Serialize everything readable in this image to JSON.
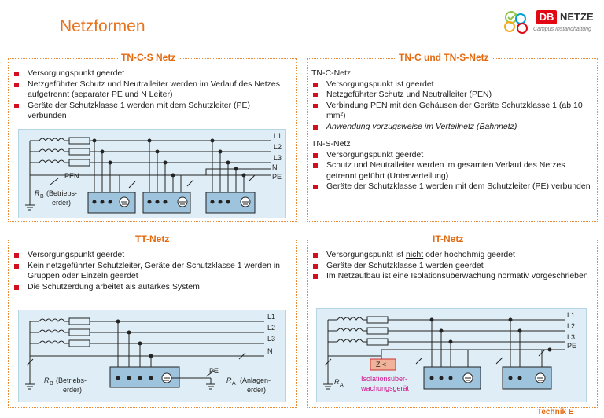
{
  "header": {
    "title": "Netzformen",
    "logo_db": "DB",
    "logo_netze": "NETZE",
    "logo_sub": "Campus Instandhaltung"
  },
  "tncs": {
    "title": "TN-C-S Netz",
    "items": [
      "Versorgungspunkt geerdet",
      "Netzgeführter Schutz und Neutralleiter werden im Verlauf des Netzes aufgetrennt (separater PE und N Leiter)",
      "Geräte der Schutzklasse 1 werden mit dem Schutzleiter (PE) verbunden"
    ],
    "diagram": {
      "lines": [
        "L1",
        "L2",
        "L3",
        "N",
        "PE"
      ],
      "pen": "PEN",
      "rb_sym": "R",
      "rb_sub": "B",
      "rb_l1": "(Betriebs-",
      "rb_l2": "erder)"
    }
  },
  "tnc_tns": {
    "title": "TN-C und TN-S-Netz",
    "tnc_heading": "TN-C-Netz",
    "tnc_items": [
      "Versorgungspunkt ist geerdet",
      "Netzgeführter Schutz und Neutralleiter (PEN)",
      "Verbindung PEN mit den Gehäusen der Geräte Schutzklasse 1 (ab 10 mm²)",
      "Anwendung vorzugsweise im Verteilnetz (Bahnnetz)"
    ],
    "tns_heading": "TN-S-Netz",
    "tns_items": [
      "Versorgungspunkt geerdet",
      "Schutz und Neutralleiter werden im gesamten Verlauf des Netzes getrennt geführt (Unterverteilung)",
      "Geräte der Schutzklasse 1 werden mit dem Schutzleiter (PE) verbunden"
    ]
  },
  "tt": {
    "title": "TT-Netz",
    "items": [
      "Versorgungspunkt geerdet",
      "Kein netzgeführter Schutzleiter, Geräte der Schutzklasse 1 werden in Gruppen oder Einzeln geerdet",
      "Die Schutzerdung arbeitet als autarkes System"
    ],
    "diagram": {
      "lines": [
        "L1",
        "L2",
        "L3",
        "N"
      ],
      "pe": "PE",
      "rb_sym": "R",
      "rb_sub": "B",
      "rb_l1": "(Betriebs-",
      "rb_l2": "erder)",
      "ra_sym": "R",
      "ra_sub": "A",
      "ra_l1": "(Anlagen-",
      "ra_l2": "erder)"
    }
  },
  "it": {
    "title": "IT-Netz",
    "items": [
      "Versorgungspunkt ist nicht oder hochohmig geerdet",
      "Geräte der Schutzklasse 1 werden geerdet",
      "Im Netzaufbau ist eine Isolationsüberwachung normativ vorgeschrieben"
    ],
    "diagram": {
      "lines": [
        "L1",
        "L2",
        "L3",
        "PE"
      ],
      "monitor": "Z <",
      "ra_sym": "R",
      "ra_sub": "A",
      "monitor_l1": "Isolationsüber-",
      "monitor_l2": "wachungsgerät"
    }
  },
  "footer": "Technik E"
}
